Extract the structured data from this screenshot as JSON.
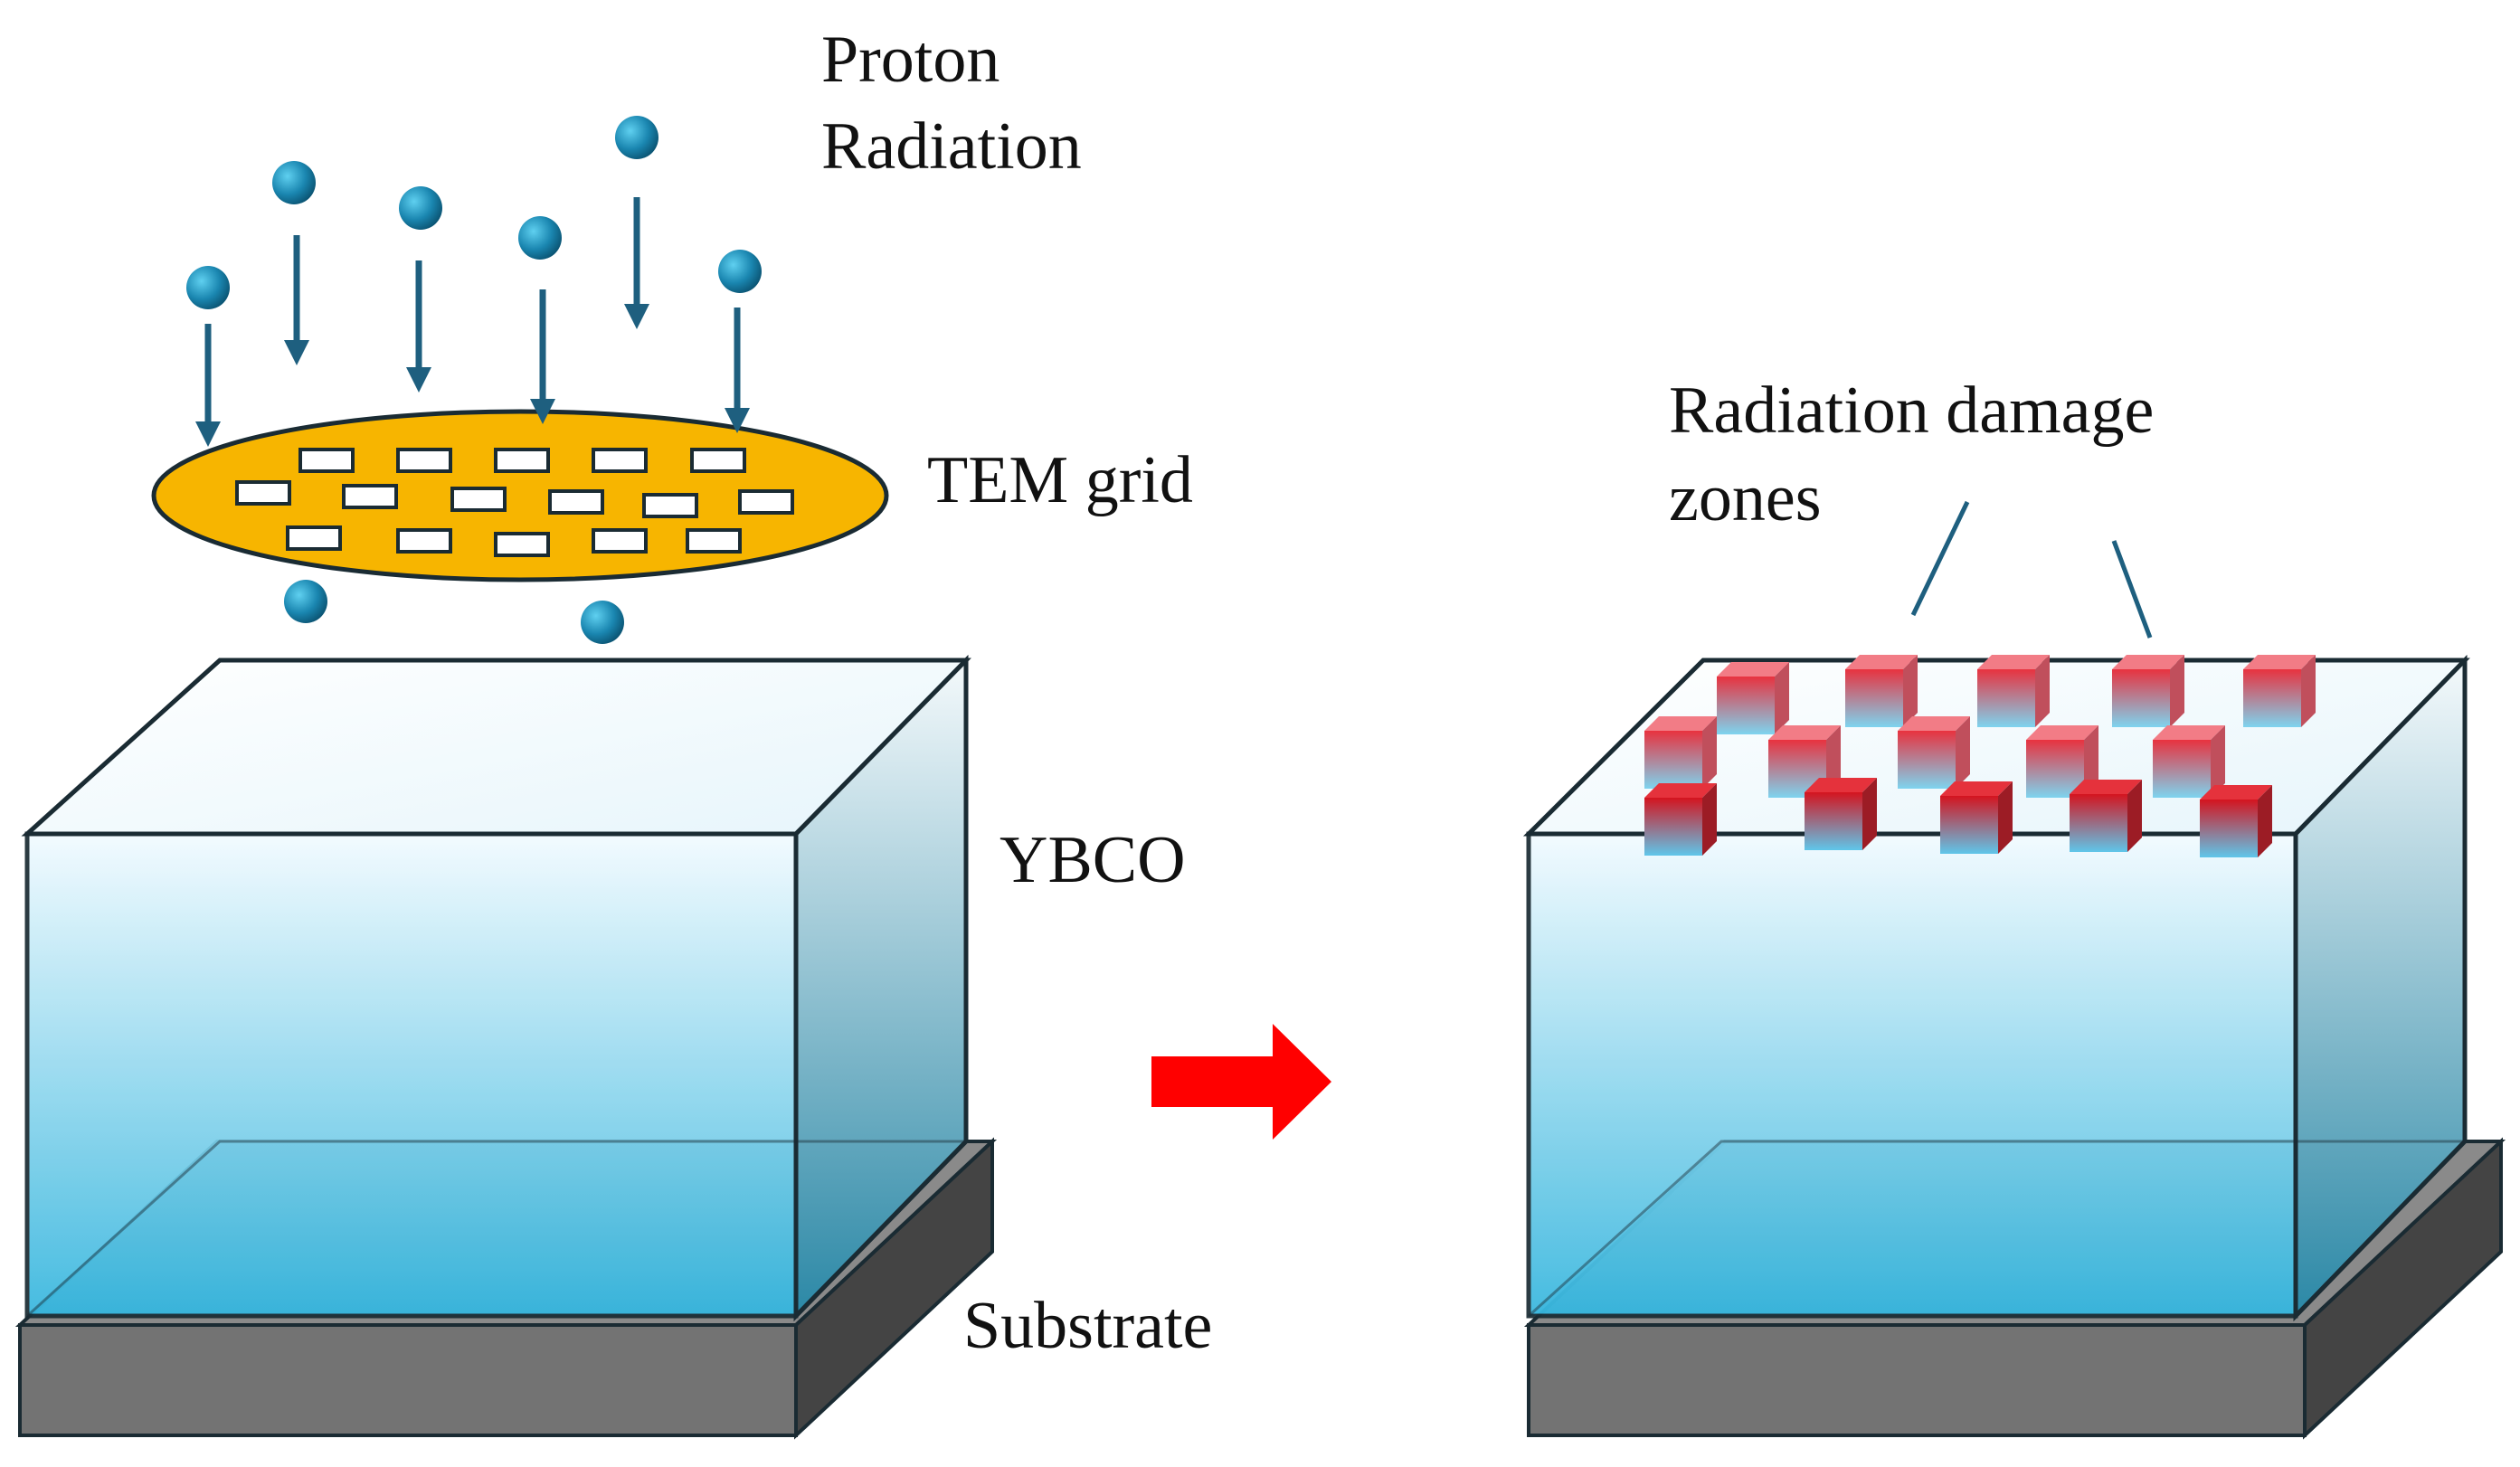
{
  "labels": {
    "proton_line1": "Proton",
    "proton_line2": "Radiation",
    "tem_grid": "TEM grid",
    "ybco": "YBCO",
    "substrate": "Substrate",
    "damage_line1": "Radiation damage",
    "damage_line2": "zones"
  },
  "colors": {
    "proton": "#1a86b0",
    "arrow_shaft": "#1e5f7f",
    "tem_grid_fill": "#f7b500",
    "ybco_top": "#f2fbff",
    "ybco_bottom": "#3bb8df",
    "substrate_front": "#737373",
    "substrate_top": "#8a8a8a",
    "substrate_side": "#444444",
    "damage_zone": "#e8323f",
    "transition_arrow": "#ff0000"
  },
  "icons": {
    "proton": "proton-particle-icon",
    "transition": "right-arrow-icon",
    "damage": "damage-cube-icon"
  }
}
